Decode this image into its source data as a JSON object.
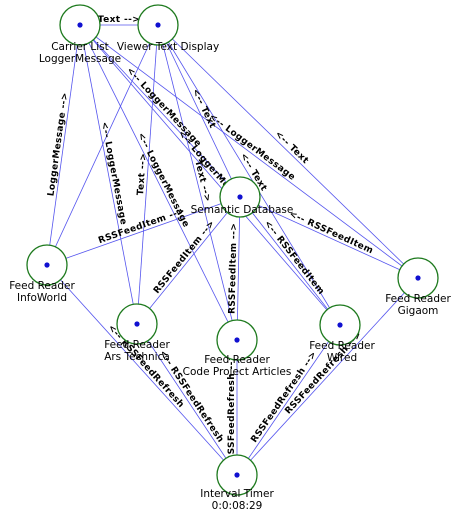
{
  "colors": {
    "edge": "#5555ee",
    "node_stroke": "#1e7a1e",
    "node_dot": "#1010d0",
    "background": "#ffffff"
  },
  "nodes": [
    {
      "id": "carrier",
      "lines": [
        "Carrier List",
        "LoggerMessage"
      ]
    },
    {
      "id": "viewer",
      "lines": [
        "Viewer Text Display"
      ]
    },
    {
      "id": "semantic",
      "lines": [
        "Semantic Database"
      ]
    },
    {
      "id": "infoworld",
      "lines": [
        "Feed Reader",
        "InfoWorld"
      ]
    },
    {
      "id": "gigaom",
      "lines": [
        "Feed Reader",
        "Gigaom"
      ]
    },
    {
      "id": "ars",
      "lines": [
        "Feed Reader",
        "Ars Technica"
      ]
    },
    {
      "id": "codeproject",
      "lines": [
        "Feed Reader",
        "Code Project Articles"
      ]
    },
    {
      "id": "wired",
      "lines": [
        "Feed Reader",
        "Wired"
      ]
    },
    {
      "id": "timer",
      "lines": [
        "Interval Timer",
        "0:0:08:29"
      ]
    }
  ],
  "edges": [
    {
      "from": "carrier",
      "to": "viewer",
      "label": "Text -->"
    },
    {
      "from": "infoworld",
      "to": "carrier",
      "label": "LoggerMessage -->"
    },
    {
      "from": "ars",
      "to": "carrier",
      "label": "<-- LoggerMessage"
    },
    {
      "from": "ars",
      "to": "viewer",
      "label": "Text -->"
    },
    {
      "from": "codeproject",
      "to": "carrier",
      "label": "<-- LoggerMessage"
    },
    {
      "from": "codeproject",
      "to": "viewer",
      "label": "Text -->"
    },
    {
      "from": "semantic",
      "to": "carrier",
      "label": "<-- LoggerMessage"
    },
    {
      "from": "semantic",
      "to": "viewer",
      "label": "<-- Text"
    },
    {
      "from": "wired",
      "to": "carrier",
      "label": "<-- LoggerMessage"
    },
    {
      "from": "wired",
      "to": "viewer",
      "label": "<-- Text"
    },
    {
      "from": "gigaom",
      "to": "carrier",
      "label": "<-- LoggerMessage"
    },
    {
      "from": "gigaom",
      "to": "viewer",
      "label": "<-- Text"
    },
    {
      "from": "infoworld",
      "to": "viewer",
      "label": ""
    },
    {
      "from": "infoworld",
      "to": "semantic",
      "label": "RSSFeedItem -->"
    },
    {
      "from": "ars",
      "to": "semantic",
      "label": "RSSFeedItem -->"
    },
    {
      "from": "codeproject",
      "to": "semantic",
      "label": "RSSFeedItem -->"
    },
    {
      "from": "wired",
      "to": "semantic",
      "label": "<-- RSSFeedItem"
    },
    {
      "from": "gigaom",
      "to": "semantic",
      "label": "<-- RSSFeedItem"
    },
    {
      "from": "timer",
      "to": "infoworld",
      "label": "<-- RSSFeedRefresh"
    },
    {
      "from": "timer",
      "to": "ars",
      "label": "<-- RSSFeedRefresh"
    },
    {
      "from": "timer",
      "to": "codeproject",
      "label": "RSSFeedRefresh -->"
    },
    {
      "from": "timer",
      "to": "wired",
      "label": "RSSFeedRefresh -->"
    },
    {
      "from": "timer",
      "to": "gigaom",
      "label": "RSSFeedRefresh -->"
    }
  ]
}
